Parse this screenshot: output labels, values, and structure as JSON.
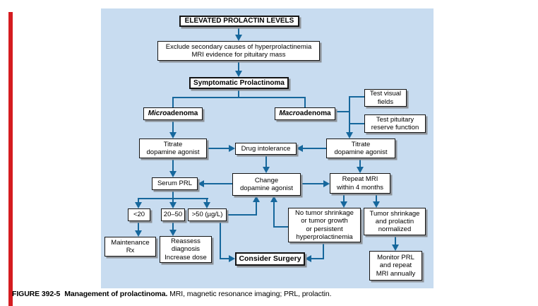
{
  "figure": {
    "caption_label": "FIGURE 392-5",
    "caption_title": "Management of prolactinoma.",
    "caption_rest": "MRI, magnetic resonance imaging; PRL, prolactin."
  },
  "colors": {
    "panel_bg": "#c8dcf0",
    "connector_blue": "#16679c",
    "red_bar": "#d51c20",
    "box_border": "#141414",
    "box_shadow": "#8d9298"
  },
  "nodes": {
    "elevated": {
      "label": "ELEVATED PROLACTIN LEVELS"
    },
    "exclude": {
      "label": "Exclude secondary causes of hyperprolactinemia\nMRI evidence for pituitary mass"
    },
    "symptomatic": {
      "label": "Symptomatic Prolactinoma"
    },
    "micro": {
      "prefix": "Micro",
      "suffix": "adenoma"
    },
    "macro": {
      "prefix": "Macro",
      "suffix": "adenoma"
    },
    "test_visual": {
      "label": "Test visual\nfields"
    },
    "test_pituitary": {
      "label": "Test pituitary\nreserve function"
    },
    "titrate_left": {
      "label": "Titrate\ndopamine agonist"
    },
    "drug_intolerance": {
      "label": "Drug intolerance"
    },
    "titrate_right": {
      "label": "Titrate\ndopamine agonist"
    },
    "serum_prl": {
      "label": "Serum PRL"
    },
    "change_agonist": {
      "label": "Change\ndopamine agonist"
    },
    "repeat_mri": {
      "label": "Repeat MRI\nwithin 4 months"
    },
    "lt20": {
      "label": "<20"
    },
    "range_20_50": {
      "label": "20–50"
    },
    "gt50": {
      "label": ">50 (µg/L)"
    },
    "no_shrinkage": {
      "label": "No tumor shrinkage\nor tumor growth\nor persistent\nhyperprolactinemia"
    },
    "shrinkage": {
      "label": "Tumor shrinkage\nand prolactin\nnormalized"
    },
    "maintenance": {
      "label": "Maintenance\nRx"
    },
    "reassess": {
      "label": "Reassess\ndiagnosis\nIncrease dose"
    },
    "consider_surgery": {
      "label": "Consider Surgery"
    },
    "monitor": {
      "label": "Monitor PRL\nand repeat\nMRI annually"
    }
  }
}
